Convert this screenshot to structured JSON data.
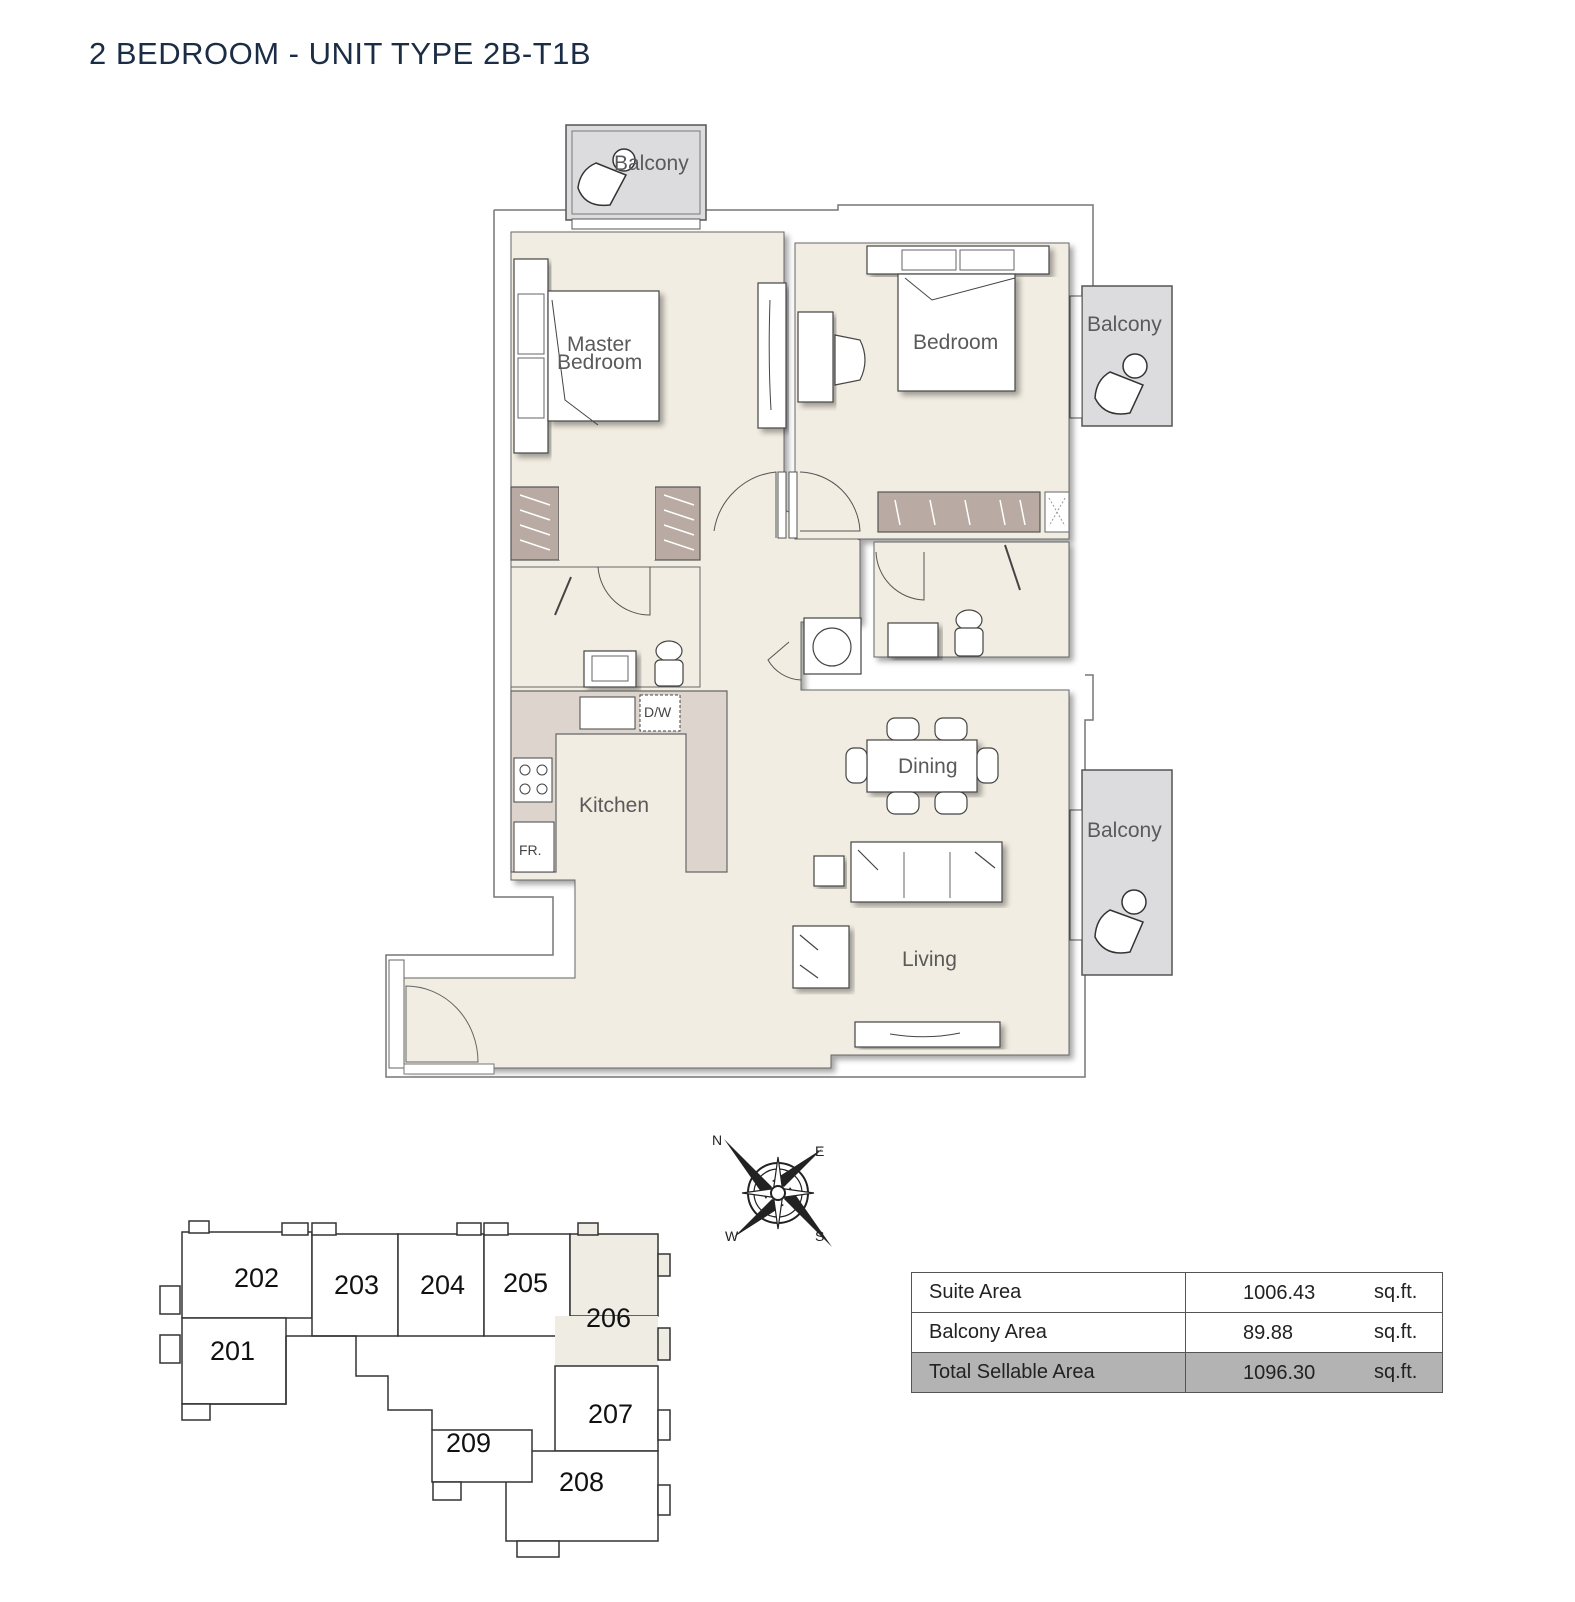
{
  "title": "2 BEDROOM - UNIT TYPE 2B-T1B",
  "rooms": {
    "balcony_top": "Balcony",
    "master_bedroom_line1": "Master",
    "master_bedroom_line2": "Bedroom",
    "bedroom": "Bedroom",
    "balcony_right_upper": "Balcony",
    "balcony_right_lower": "Balcony",
    "kitchen": "Kitchen",
    "dining": "Dining",
    "living": "Living",
    "dishwasher": "D/W",
    "fridge": "FR."
  },
  "compass": {
    "n": "N",
    "e": "E",
    "w": "W",
    "s": "S"
  },
  "key_plan": {
    "units": [
      "201",
      "202",
      "203",
      "204",
      "205",
      "206",
      "207",
      "208",
      "209"
    ],
    "highlighted_unit": "206",
    "highlight_color": "#efece3"
  },
  "area_table": {
    "rows": [
      {
        "label": "Suite Area",
        "value": "1006.43",
        "unit": "sq.ft."
      },
      {
        "label": "Balcony Area",
        "value": "89.88",
        "unit": "sq.ft."
      },
      {
        "label": "Total Sellable Area",
        "value": "1096.30",
        "unit": "sq.ft."
      }
    ]
  },
  "colors": {
    "title": "#1b2c45",
    "floor": "#f2ede2",
    "balcony": "#dcdcde",
    "wardrobe": "#b9aba3",
    "counter": "#ddd5cd",
    "total_row": "#b3b3b3"
  }
}
